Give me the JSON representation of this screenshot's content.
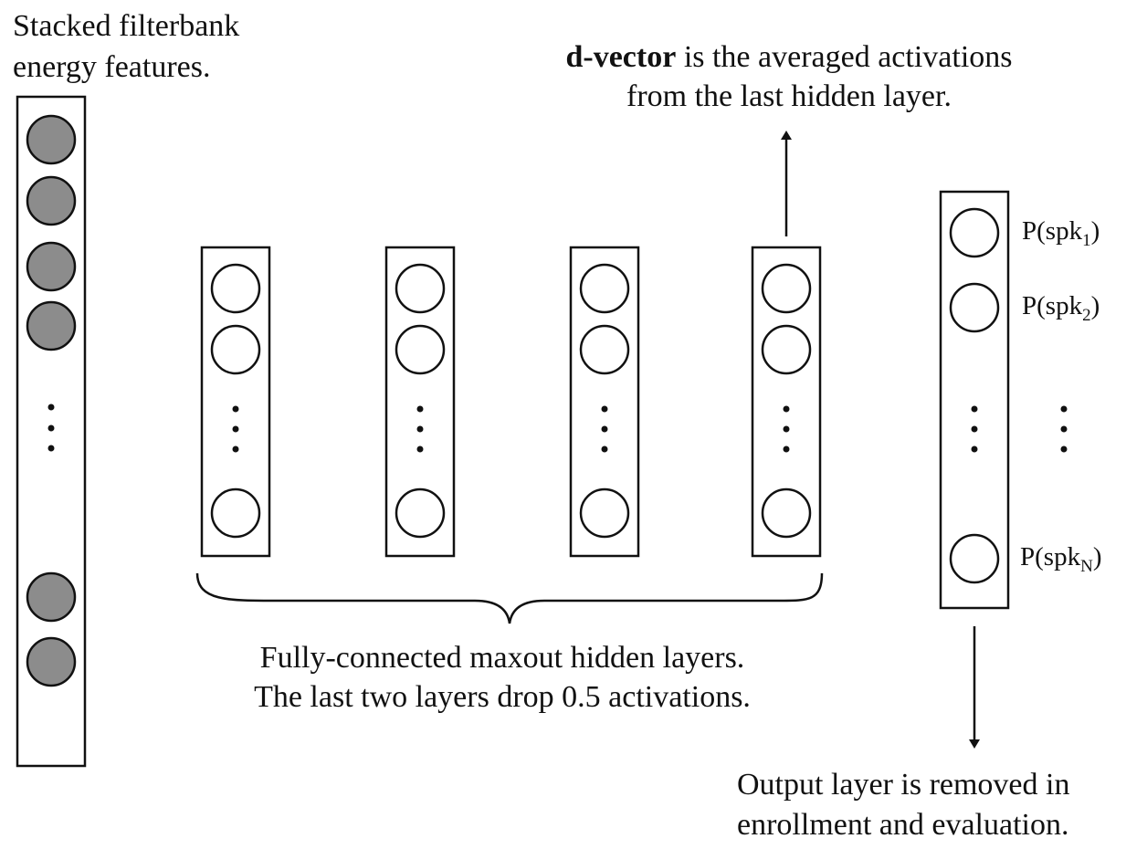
{
  "input_caption": {
    "line1": "Stacked filterbank",
    "line2": "energy features."
  },
  "dvector_caption": {
    "bold": "d-vector",
    "rest": " is the averaged activations",
    "line2": "from the last hidden layer."
  },
  "hidden_caption": {
    "line1": "Fully-connected maxout hidden layers.",
    "line2": "The last two layers drop 0.5 activations."
  },
  "output_caption": {
    "line1": "Output layer is removed in",
    "line2": "enrollment and evaluation."
  },
  "output_labels": [
    {
      "prefix": "P(spk",
      "sub": "1",
      "suffix": ")"
    },
    {
      "prefix": "P(spk",
      "sub": "2",
      "suffix": ")"
    },
    {
      "prefix": "P(spk",
      "sub": "N",
      "suffix": ")"
    }
  ],
  "colors": {
    "input_node_fill": "#8c8c8c",
    "stroke": "#111111",
    "background": "#ffffff"
  }
}
